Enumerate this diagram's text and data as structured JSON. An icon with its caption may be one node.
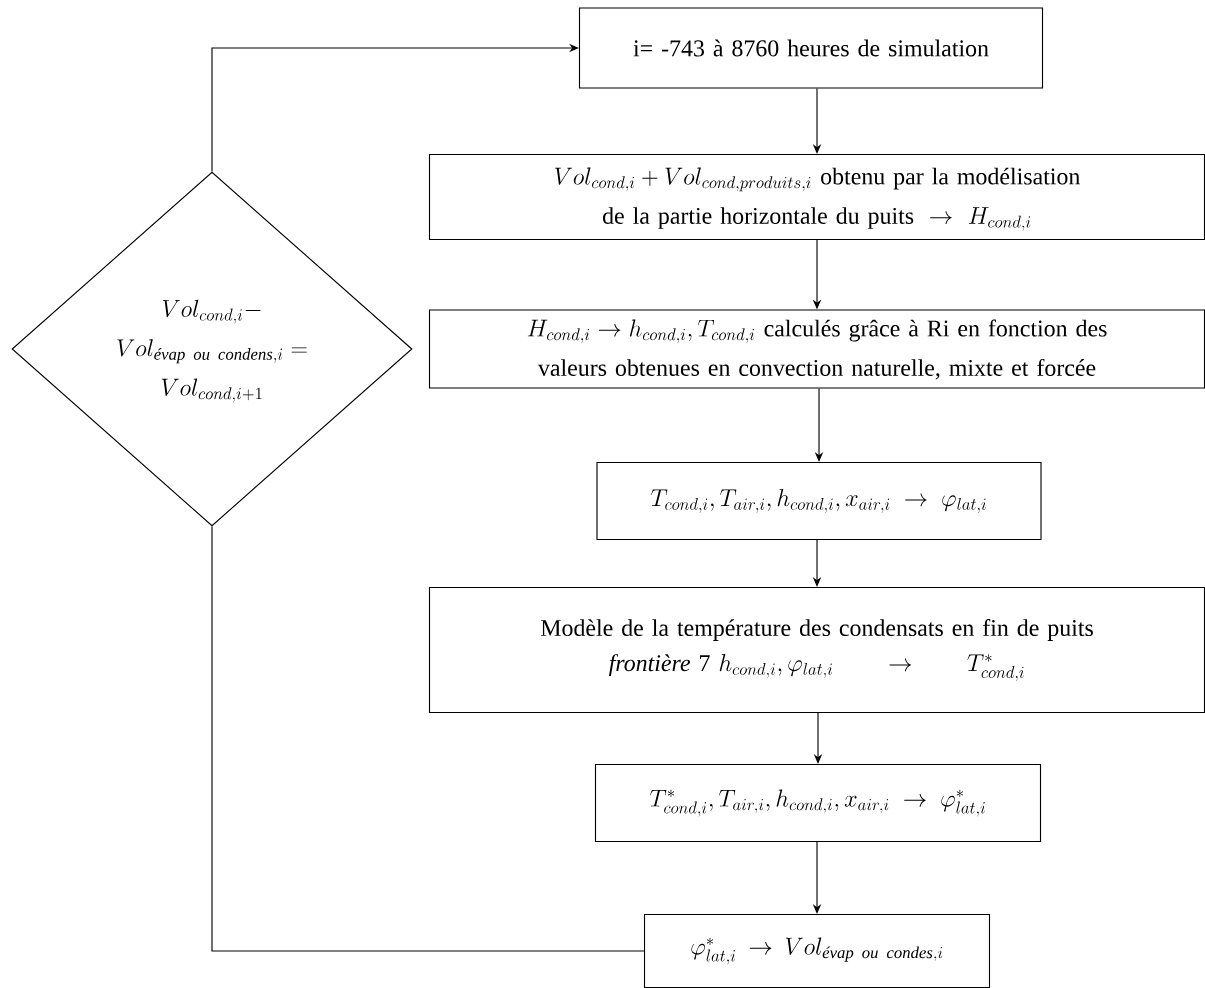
{
  "diagram": {
    "nodes": [
      {
        "text": [
          "i= -743 à 8760 heures de simulation"
        ]
      },
      {
        "text": [
          "\\begin{gathered}Vol_{cond,i} + Vol_{cond,produits,i} \\text{ obtenu par la modélisation}\\\\ \\text{de la partie horizontale du puits } \\to\\ H_{cond,i}\\end{gathered}"
        ]
      },
      {
        "text": [
          "\\begin{gathered}H_{cond,i} \\to h_{cond,i}, T_{cond,i} \\text{ calculés grâce à Ri en fonction des}\\\\ \\text{valeurs obtenues en convection naturelle, mixte et forcée}\\end{gathered}"
        ]
      },
      {
        "text": [
          "T_{cond,i}, T_{air,i}, h_{cond,i}, x_{air,i} \\to \\varphi_{lat,i}"
        ]
      },
      {
        "text": [
          "Modèle de la température des condensats en fin de puits",
          "\\textit{frontière} \\text{ 7 } h_{cond,i}, \\varphi_{lat,i} \\quad\\to\\quad T^{*}_{cond,i}"
        ]
      },
      {
        "text": [
          "T^{*}_{cond,i}, T_{air,i}, h_{cond,i}, x_{air,i} \\to \\varphi^{*}_{lat,i}"
        ]
      },
      {
        "text": [
          "\\varphi^{*}_{lat,i} \\to Vol_{\\textit{évap ou condes},i}"
        ]
      },
      {
        "text": [
          "\\begin{gathered}Vol_{cond,i} -\\\\ Vol_{\\textit{évap ou condens},i} =\\\\ Vol_{cond,i+1}\\end{gathered}"
        ]
      }
    ],
    "edges": [
      {
        "from": 0,
        "to": 1,
        "arrow": "to"
      },
      {
        "from": 1,
        "to": 2,
        "arrow": "to"
      },
      {
        "from": 2,
        "to": 3,
        "arrow": "to"
      },
      {
        "from": 3,
        "to": 4,
        "arrow": "to"
      },
      {
        "from": 4,
        "to": 5,
        "arrow": "to"
      },
      {
        "from": 5,
        "to": 6,
        "arrow": "to"
      },
      {
        "from": 6,
        "to": 7,
        "arrow": "none"
      },
      {
        "from": 7,
        "to": 0,
        "arrow": "to"
      }
    ]
  }
}
